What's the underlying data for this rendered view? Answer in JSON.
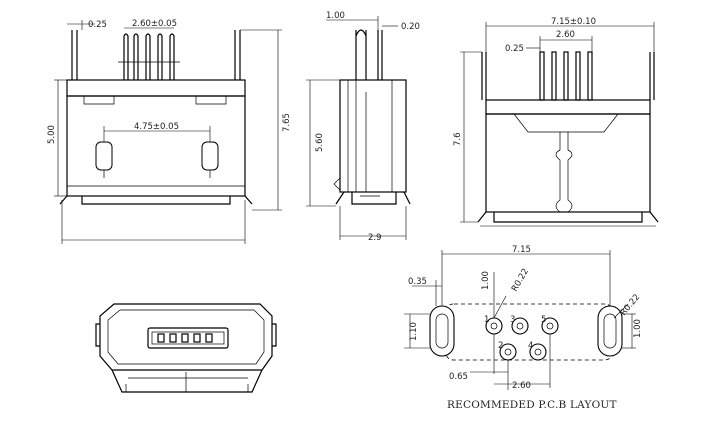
{
  "front_view": {
    "dim_top_width": "0.25",
    "dim_pitch": "2.60±0.05",
    "dim_pad_spacing": "4.75±0.05",
    "dim_body_height": "5.00",
    "dim_total_height": "7.65"
  },
  "side_view": {
    "dim_pin_width": "1.00",
    "dim_pin_thickness": "0.20",
    "dim_height": "5.60",
    "dim_depth": "2.9"
  },
  "rear_view": {
    "dim_overall_width": "7.15±0.10",
    "dim_pitch": "2.60",
    "dim_pin": "0.25",
    "dim_height": "7.6"
  },
  "pcb_layout": {
    "dim_width": "7.15",
    "dim_slot_width": "0.35",
    "dim_slot_height": "1.10",
    "dim_row_offset": "1.00",
    "dim_radius_left": "R0.22",
    "dim_radius_right": "R0.22",
    "dim_right_height": "1.00",
    "dim_pitch": "0.65",
    "dim_span": "2.60",
    "pin_labels": [
      "1",
      "2",
      "3",
      "4",
      "5"
    ],
    "caption": "RECOMMEDED P.C.B LAYOUT"
  }
}
